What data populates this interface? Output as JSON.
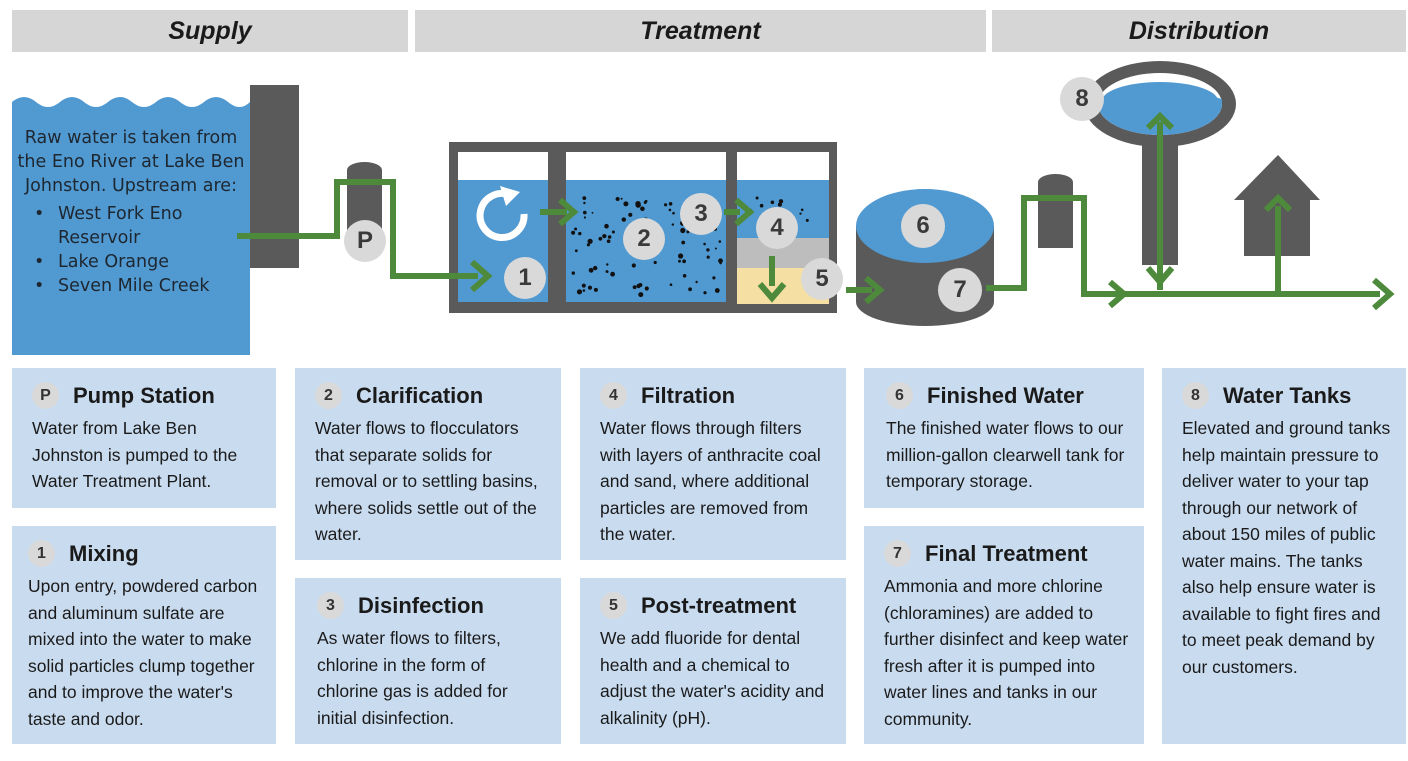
{
  "phases": {
    "supply": "Supply",
    "treatment": "Treatment",
    "distribution": "Distribution"
  },
  "supply": {
    "intro": "Raw water is taken from the Eno River at Lake Ben Johnston. Upstream are:",
    "sources": [
      "West Fork Eno Reservoir",
      "Lake Orange",
      "Seven Mile Creek"
    ]
  },
  "diagram_labels": {
    "pump": "P",
    "mixing": "1",
    "clarification": "2",
    "disinfection": "3",
    "filtration": "4",
    "post_treatment": "5",
    "finished_water": "6",
    "final_treatment": "7",
    "water_tanks": "8"
  },
  "steps": {
    "pump": {
      "num": "P",
      "title": "Pump Station",
      "desc": "Water from Lake Ben Johnston is pumped to the Water Treatment Plant."
    },
    "mixing": {
      "num": "1",
      "title": "Mixing",
      "desc": "Upon entry, powdered carbon and aluminum sulfate are mixed into the water to make solid particles clump together and to improve the water's taste and odor."
    },
    "clarification": {
      "num": "2",
      "title": "Clarification",
      "desc": "Water flows to flocculators that separate solids for removal or to settling basins, where solids settle out of the water."
    },
    "disinfection": {
      "num": "3",
      "title": "Disinfection",
      "desc": "As water flows to filters, chlorine in the form of chlorine gas is added for initial disinfection."
    },
    "filtration": {
      "num": "4",
      "title": "Filtration",
      "desc": "Water flows through filters with layers of anthracite coal and sand, where additional particles are removed from the water."
    },
    "post_treatment": {
      "num": "5",
      "title": "Post-treatment",
      "desc": "We add fluoride for dental health and a chemical to adjust the water's acidity and alkalinity (pH)."
    },
    "finished_water": {
      "num": "6",
      "title": "Finished Water",
      "desc": "The finished water flows to our million-gallon clearwell tank for temporary storage."
    },
    "final_treatment": {
      "num": "7",
      "title": "Final Treatment",
      "desc": "Ammonia and more chlorine (chloramines) are added to further disinfect and keep water fresh after it is pumped into water lines and tanks in our community."
    },
    "water_tanks": {
      "num": "8",
      "title": "Water Tanks",
      "desc": "Elevated and ground tanks help maintain pressure to deliver water to your tap through our network of about 150 miles of public water mains. The tanks also help ensure water is available to fight fires and to meet peak demand by our customers."
    }
  },
  "colors": {
    "water": "#5199d1",
    "pipe": "#4e8a3c",
    "structure": "#5a5a5a",
    "card": "#c9dbef",
    "header": "#d6d6d6",
    "filter_sand": "#f5dfa3",
    "filter_coal": "#bdbdbd"
  }
}
